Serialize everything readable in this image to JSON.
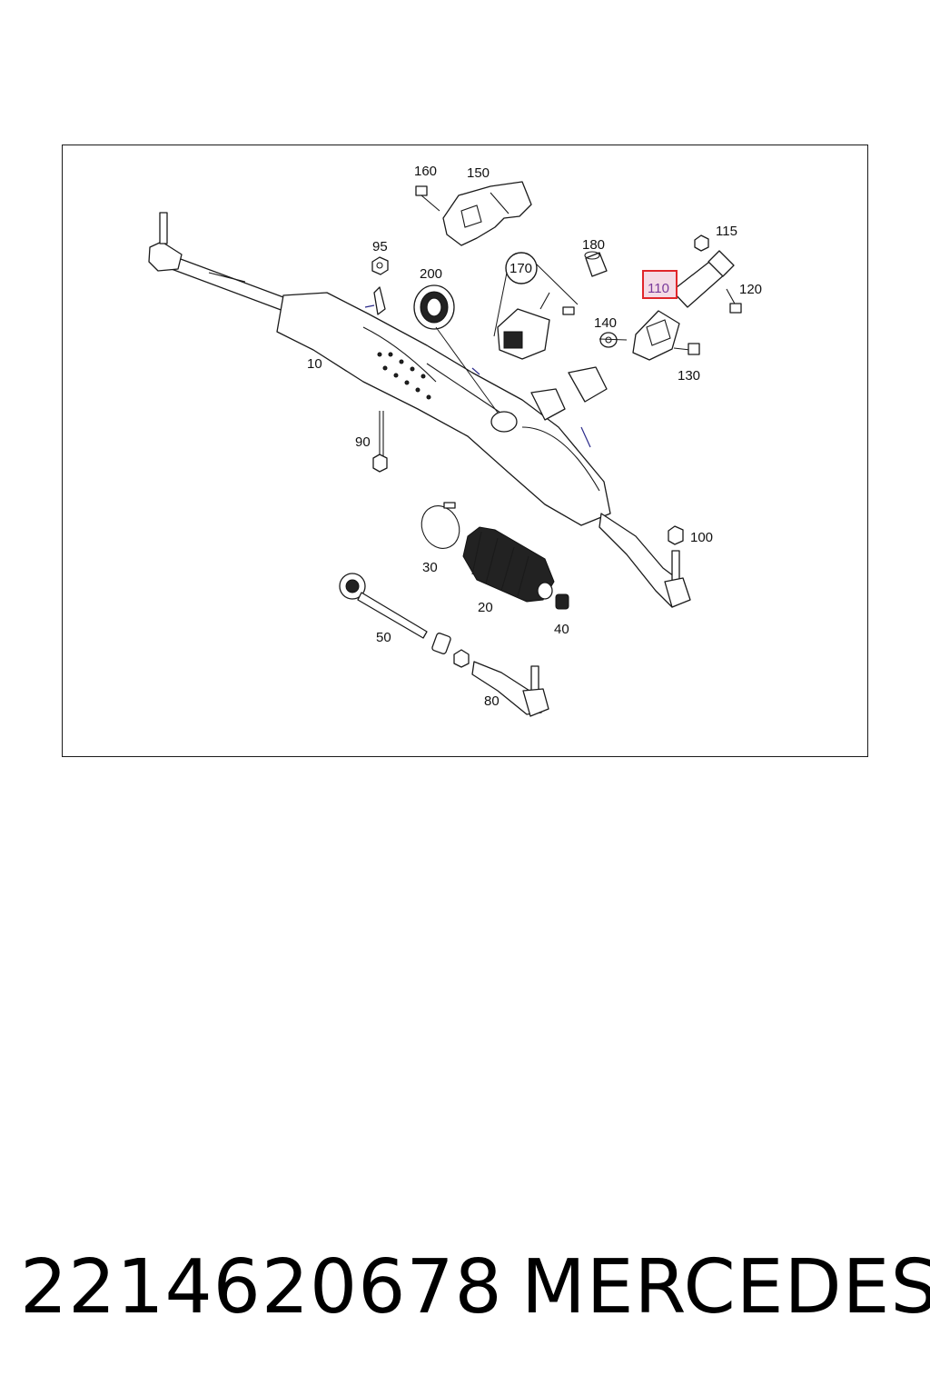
{
  "diagram": {
    "callouts": {
      "c10": "10",
      "c20": "20",
      "c30": "30",
      "c40": "40",
      "c50": "50",
      "c80": "80",
      "c90": "90",
      "c95": "95",
      "c100": "100",
      "c110": "110",
      "c115": "115",
      "c120": "120",
      "c130": "130",
      "c140": "140",
      "c150": "150",
      "c160": "160",
      "c170": "170",
      "c180": "180",
      "c200": "200"
    },
    "highlighted_callout": "110",
    "highlight_color": "#e0262b"
  },
  "footer": {
    "part_number": "2214620678",
    "brand": "MERCEDES"
  }
}
